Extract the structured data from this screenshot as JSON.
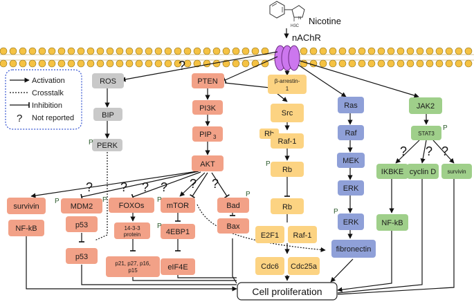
{
  "ligand": {
    "name": "Nicotine",
    "h3c": "H3C",
    "n_atom": "N"
  },
  "receptor": {
    "name": "nAChR"
  },
  "legend": {
    "activation": "Activation",
    "crosstalk": "Crosstalk",
    "inhibition": "Inhibition",
    "q_symbol": "?",
    "not_reported": "Not reported"
  },
  "question_mark": "?",
  "phospho": "P",
  "nodes": {
    "ros": "ROS",
    "bip": "BIP",
    "perk": "PERK",
    "pten": "PTEN",
    "pi3k": "PI3K",
    "pip3_base": "PIP",
    "pip3_sub": "3",
    "akt": "AKT",
    "survivin_left": "survivin",
    "nfkb_left": "NF-kB",
    "mdm2": "MDM2",
    "p53_upper": "p53",
    "p53_lower": "p53",
    "foxos": "FOXOs",
    "protein_1433_l1": "14-3-3",
    "protein_1433_l2": "protein",
    "cdki_l1": "p21, p27, p16,",
    "cdki_l2": "p15",
    "mtor": "mTOR",
    "ebp1": "4EBP1",
    "eif4e": "eIF4E",
    "bad": "Bad",
    "bax": "Bax",
    "barrestin_l1": "β-arrestin-",
    "barrestin_l2": "1",
    "src": "Src",
    "rb_side": "Rb",
    "raf1_a": "Raf-1",
    "rb_a": "Rb",
    "rb_b": "Rb",
    "e2f1": "E2F1",
    "raf1_b": "Raf-1",
    "cdc6": "Cdc6",
    "cdc25a": "Cdc25a",
    "ras": "Ras",
    "raf": "Raf",
    "mek": "MEK",
    "erk_a": "ERK",
    "erk_b": "ERK",
    "fibronectin": "fibronectin",
    "jak2": "JAK2",
    "stat3": "STAT3",
    "ikbke": "IKBKE",
    "nfkb_right": "NF-kB",
    "cyclind": "cyclin D",
    "survivin_right": "survivin"
  },
  "output": {
    "label": "Cell proliferation"
  },
  "colors": {
    "akt_branch": "#f2a187",
    "er_stress": "#c9c9c9",
    "src_branch": "#fcd382",
    "mapk": "#8fa0d8",
    "jak_stat": "#9fcf8a",
    "membrane_head": "#f5c243",
    "receptor": "#cc77ee"
  }
}
